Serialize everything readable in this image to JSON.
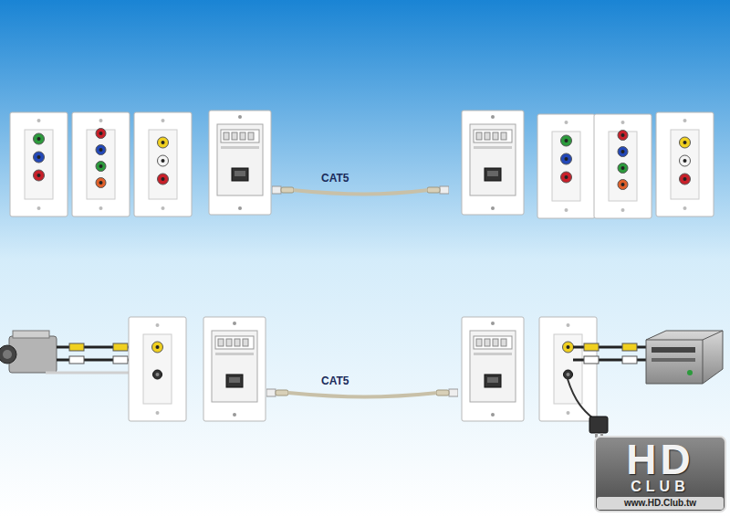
{
  "diagram": {
    "labels": [
      "CAT5",
      "CAT5",
      "HD",
      "CLUB",
      "www.HD.Club.tw"
    ]
  }
}
